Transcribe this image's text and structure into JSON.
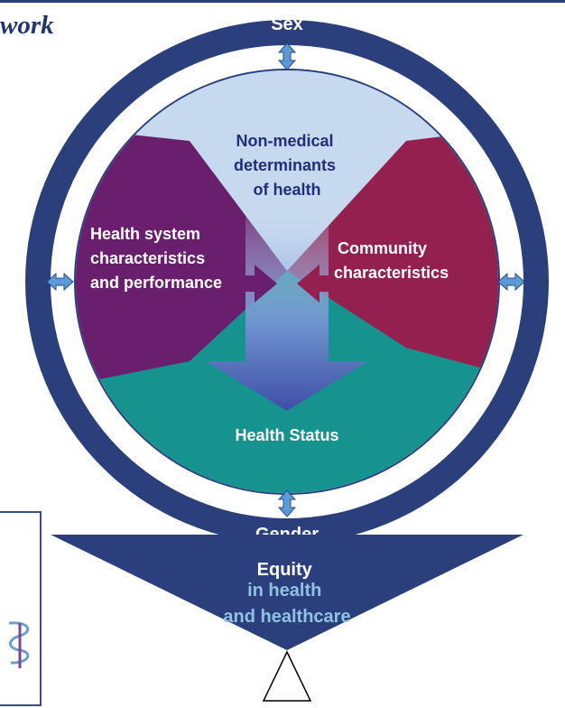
{
  "title_fragment": "work",
  "ring": {
    "top_label": "Sex",
    "bottom_label": "Gender"
  },
  "sections": {
    "non_medical": [
      "Non-medical",
      "determinants",
      "of health"
    ],
    "health_system": [
      "Health system",
      "characteristics",
      "and performance"
    ],
    "community": [
      "Community",
      "characteristics"
    ],
    "health_status": "Health Status"
  },
  "equity": {
    "line1": "Equity",
    "line2": "in health",
    "line3": "and healthcare"
  },
  "colors": {
    "ring": "#2c3f7d",
    "non_medical": "#c6d9ef",
    "health_system": "#6a1f6e",
    "community": "#94204f",
    "health_status": "#16928f",
    "arrow": "#4a78c0",
    "equity_text_accent": "#8fc2e3"
  }
}
